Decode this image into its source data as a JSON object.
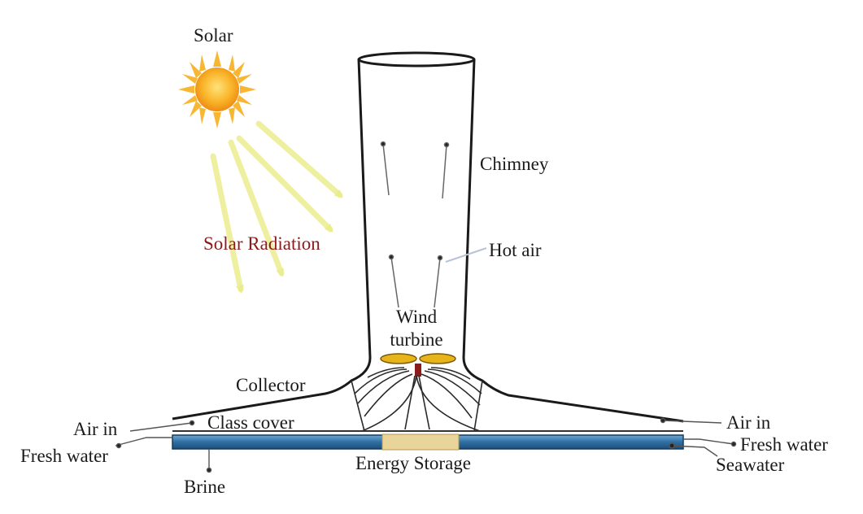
{
  "labels": {
    "solar": "Solar",
    "solar_radiation": "Solar Radiation",
    "chimney": "Chimney",
    "hot_air": "Hot air",
    "wind_turbine_line1": "Wind",
    "wind_turbine_line2": "turbine",
    "collector": "Collector",
    "class_cover": "Class cover",
    "air_in_left": "Air in",
    "air_in_right": "Air in",
    "fresh_water_left": "Fresh water",
    "fresh_water_right": "Fresh water",
    "seawater": "Seawater",
    "energy_storage": "Energy Storage",
    "brine": "Brine"
  },
  "colors": {
    "sun_core": "#f6a21a",
    "sun_rays": "#f7b733",
    "radiation_arrows": "#eef0a0",
    "water_channel": "#2f6fa3",
    "energy_storage": "#e9d49a",
    "turbine_blade": "#e8b41c",
    "turbine_hub": "#8b1a1a",
    "radiation_label": "#8b1a1a"
  }
}
